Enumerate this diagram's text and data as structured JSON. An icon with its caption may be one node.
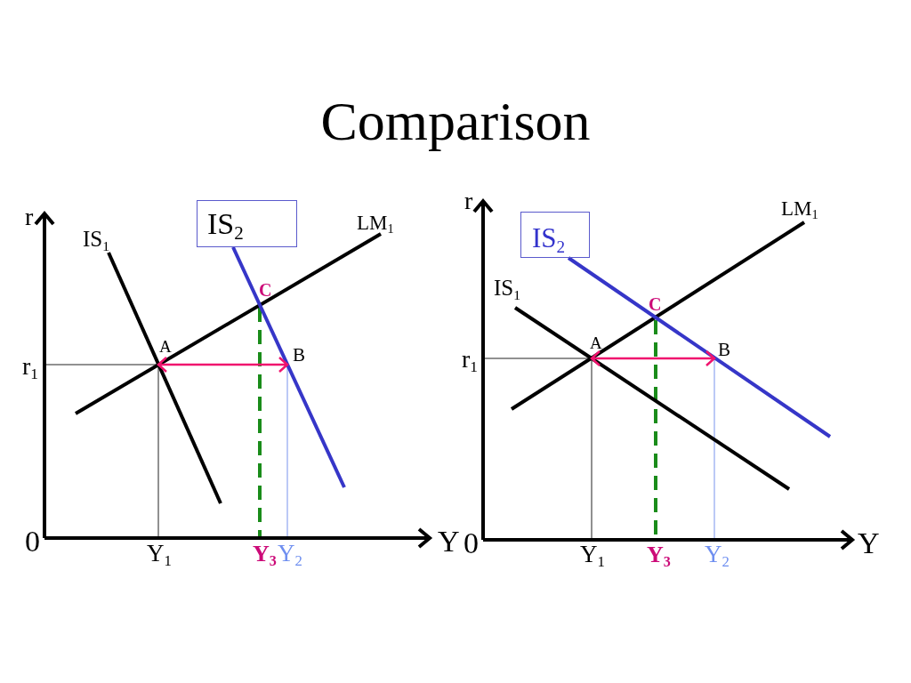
{
  "diagram": {
    "title": "Comparison",
    "nodes": [
      {
        "text": [
          "IS$_{2}$"
        ]
      },
      {
        "text": [
          "IS$_{2}$"
        ]
      }
    ],
    "labels": [
      "r",
      "IS$_{1}$",
      "LM$_{1}$",
      "C",
      "r$_{1}$",
      "A",
      "B",
      "0",
      "Y",
      "Y$_{1}$",
      "Y$_{3}$",
      "Y$_{2}$",
      "r",
      "LM$_{1}$",
      "IS$_{1}$",
      "C",
      "A",
      "r$_{1}$",
      "B",
      "0",
      "Y",
      "Y$_{1}$",
      "Y$_{3}$",
      "Y$_{2}$"
    ]
  }
}
